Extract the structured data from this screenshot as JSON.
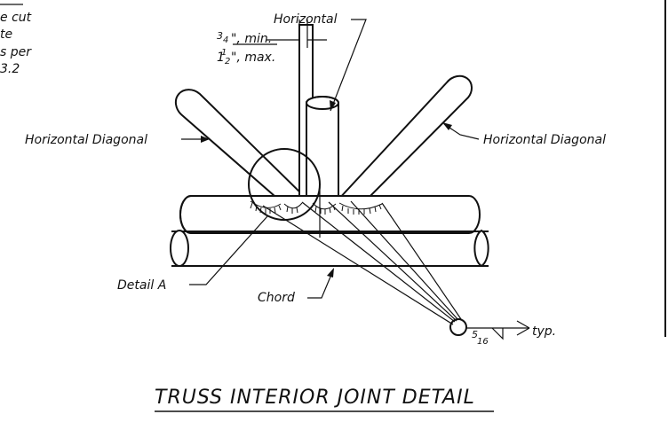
{
  "title": "TRUSS INTERIOR JOINT DETAIL",
  "note_lines": [
    "e cut",
    "te",
    "s per",
    "3.2"
  ],
  "labels": {
    "horizontal": "Horizontal",
    "diag_left": "Horizontal Diagonal",
    "diag_right": "Horizontal Diagonal",
    "detail_a": "Detail A",
    "chord": "Chord"
  },
  "gap_dimension": {
    "min_num": "3",
    "min_den": "4",
    "min_suffix": "\", min.",
    "max_whole": "1",
    "max_num": "1",
    "max_den": "2",
    "max_suffix": "\", max."
  },
  "weld_symbol": {
    "size_num": "5",
    "size_den": "16",
    "tail_text": "typ."
  }
}
